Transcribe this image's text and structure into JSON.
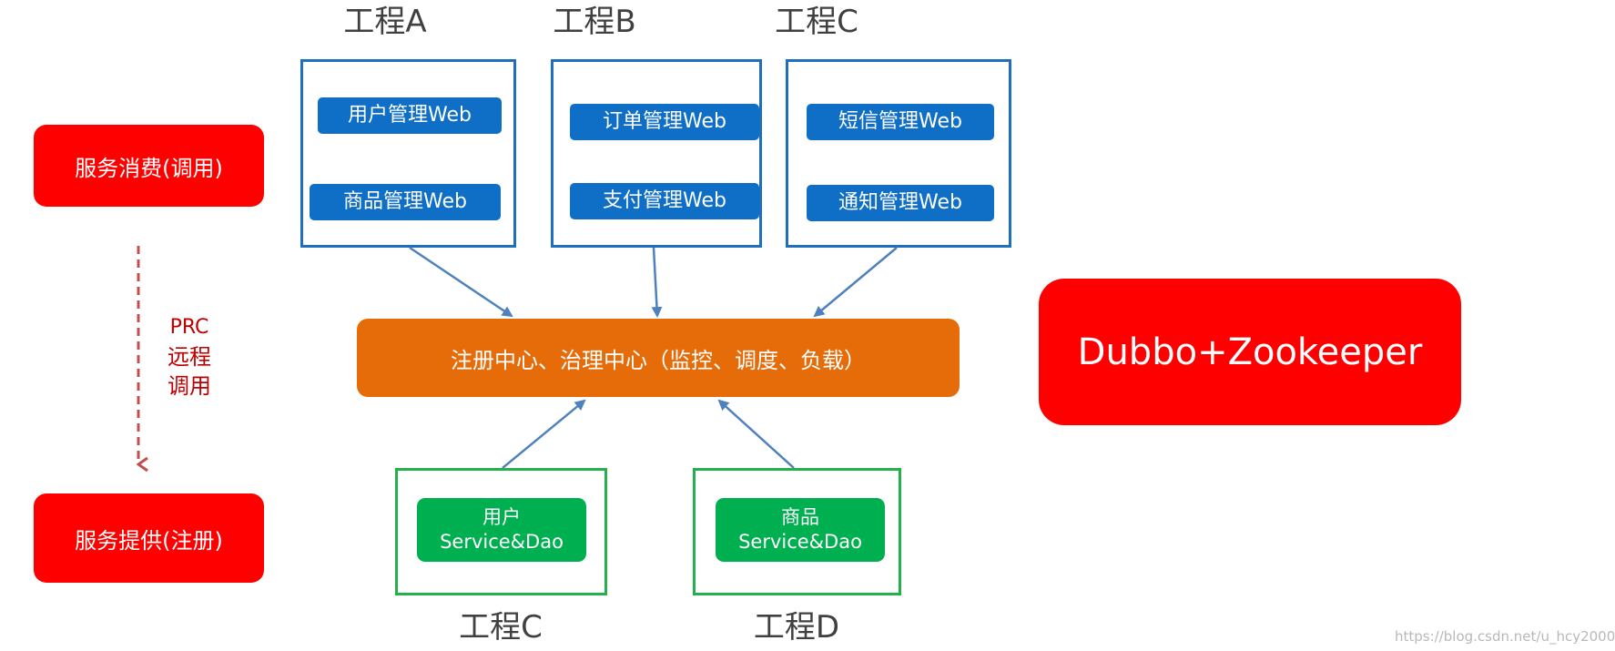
{
  "projects": {
    "a": {
      "title": "工程A",
      "items": [
        "用户管理Web",
        "商品管理Web"
      ]
    },
    "b": {
      "title": "工程B",
      "items": [
        "订单管理Web",
        "支付管理Web"
      ]
    },
    "c": {
      "title": "工程C",
      "items": [
        "短信管理Web",
        "通知管理Web"
      ]
    },
    "c2": {
      "title": "工程C",
      "service": {
        "line1": "用户",
        "line2": "Service&Dao"
      }
    },
    "d": {
      "title": "工程D",
      "service": {
        "line1": "商品",
        "line2": "Service&Dao"
      }
    }
  },
  "left": {
    "consumer": "服务消费(调用)",
    "provider": "服务提供(注册)",
    "rpc": {
      "line1": "PRC",
      "line2": "远程",
      "line3": "调用"
    }
  },
  "registry": "注册中心、治理中心（监控、调度、负载）",
  "tech": "Dubbo+Zookeeper",
  "watermark": "https://blog.csdn.net/u_hcy2000",
  "colors": {
    "blue": "#0f6fc6",
    "green": "#00b050",
    "red": "#ff0000",
    "orange": "#e66c0a",
    "arrow": "#4f81bd",
    "rpc_arrow": "#c0504d"
  }
}
